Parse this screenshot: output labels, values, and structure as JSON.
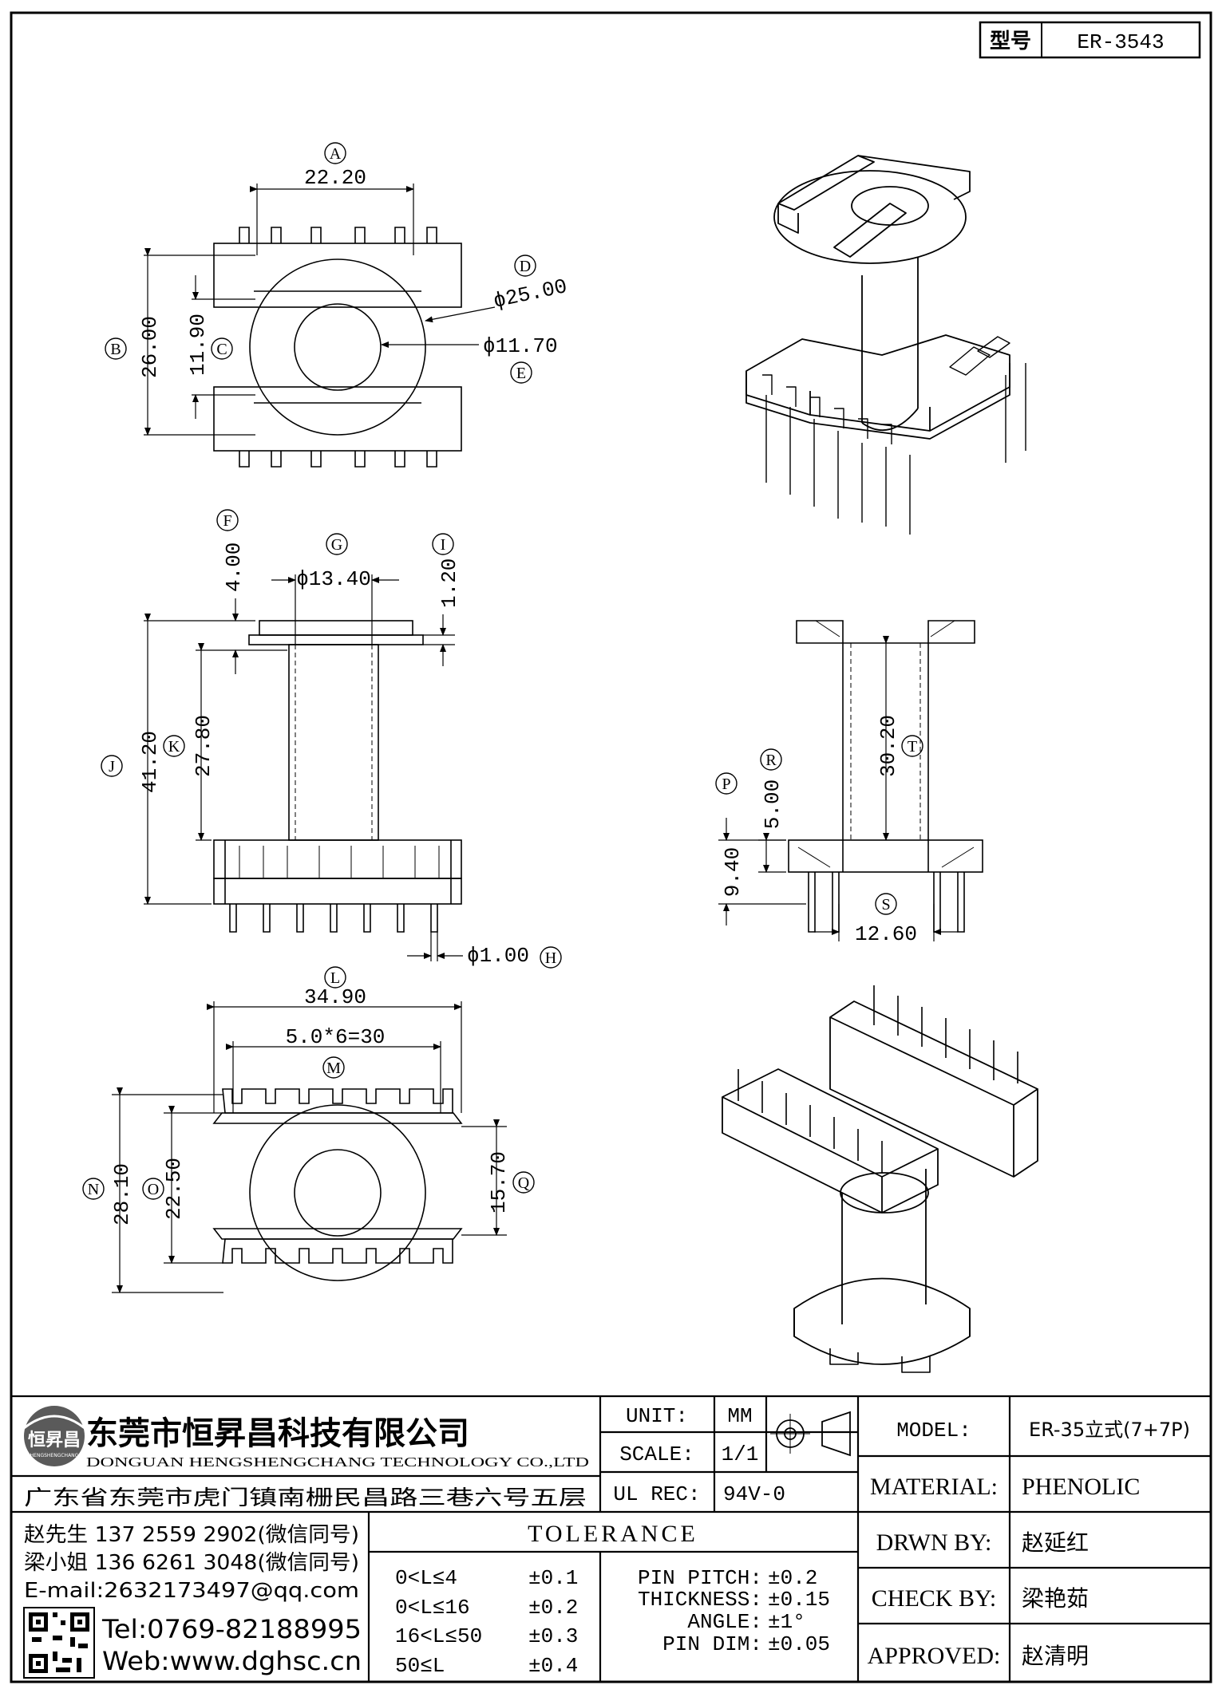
{
  "model_box": {
    "label": "型号",
    "value": "ER-3543"
  },
  "view_top": {
    "a_label": "A",
    "a_dim": "22.20",
    "b_label": "B",
    "b_dim": "26.00",
    "c_label": "C",
    "c_dim": "11.90",
    "d_label": "D",
    "d_dim": "ϕ25.00",
    "e_label": "E",
    "e_dim": "ϕ11.70"
  },
  "view_front": {
    "f_label": "F",
    "f_dim": "4.00",
    "g_label": "G",
    "g_dim": "ϕ13.40",
    "i_label": "I",
    "i_dim": "1.20",
    "j_label": "J",
    "j_dim": "41.20",
    "k_label": "K",
    "k_dim": "27.80",
    "h_label": "H",
    "h_dim": "ϕ1.00"
  },
  "view_side": {
    "p_label": "P",
    "p_dim": "9.40",
    "r_label": "R",
    "r_dim": "5.00",
    "t_label": "T",
    "t_dim": "30.20",
    "s_label": "S",
    "s_dim": "12.60"
  },
  "view_bottom": {
    "l_label": "L",
    "l_dim": "34.90",
    "m_label": "M",
    "m_dim": "5.0*6=30",
    "n_label": "N",
    "n_dim": "28.10",
    "o_label": "O",
    "o_dim": "22.50",
    "q_label": "Q",
    "q_dim": "15.70"
  },
  "company": {
    "logo_text": "恒昇昌",
    "logo_sub": "HENGSHENGCHANG",
    "name_cn": "东莞市恒昇昌科技有限公司",
    "name_en": "DONGUAN HENGSHENGCHANG TECHNOLOGY CO.,LTD",
    "address": "广东省东莞市虎门镇南栅民昌路三巷六号五层"
  },
  "contacts": {
    "line1": "赵先生 137 2559 2902(微信同号)",
    "line2": "梁小姐 136 6261 3048(微信同号)",
    "email": "E-mail:2632173497@qq.com",
    "tel": "Tel:0769-82188995",
    "web": "Web:www.dghsc.cn"
  },
  "specs": {
    "unit_label": "UNIT:",
    "unit_value": "MM",
    "scale_label": "SCALE:",
    "scale_value": "1/1",
    "ulrec_label": "UL REC:",
    "ulrec_value": "94V-0"
  },
  "tolerance": {
    "title": "TOLERANCE",
    "rows": [
      {
        "range": "0<L≤4",
        "tol": "±0.1"
      },
      {
        "range": "0<L≤16",
        "tol": "±0.2"
      },
      {
        "range": "16<L≤50",
        "tol": "±0.3"
      },
      {
        "range": "50≤L",
        "tol": "±0.4"
      }
    ],
    "extra": [
      {
        "label": "PIN PITCH:",
        "tol": "±0.2"
      },
      {
        "label": "THICKNESS:",
        "tol": "±0.15"
      },
      {
        "label": "ANGLE:",
        "tol": "±1°"
      },
      {
        "label": "PIN DIM:",
        "tol": "±0.05"
      }
    ]
  },
  "title_block": {
    "model_label": "MODEL:",
    "model_value": "ER-35立式(7+7P)",
    "material_label": "MATERIAL:",
    "material_value": "PHENOLIC",
    "drwn_label": "DRWN BY:",
    "drwn_value": "赵延红",
    "check_label": "CHECK BY:",
    "check_value": "梁艳茹",
    "approved_label": "APPROVED:",
    "approved_value": "赵清明"
  }
}
